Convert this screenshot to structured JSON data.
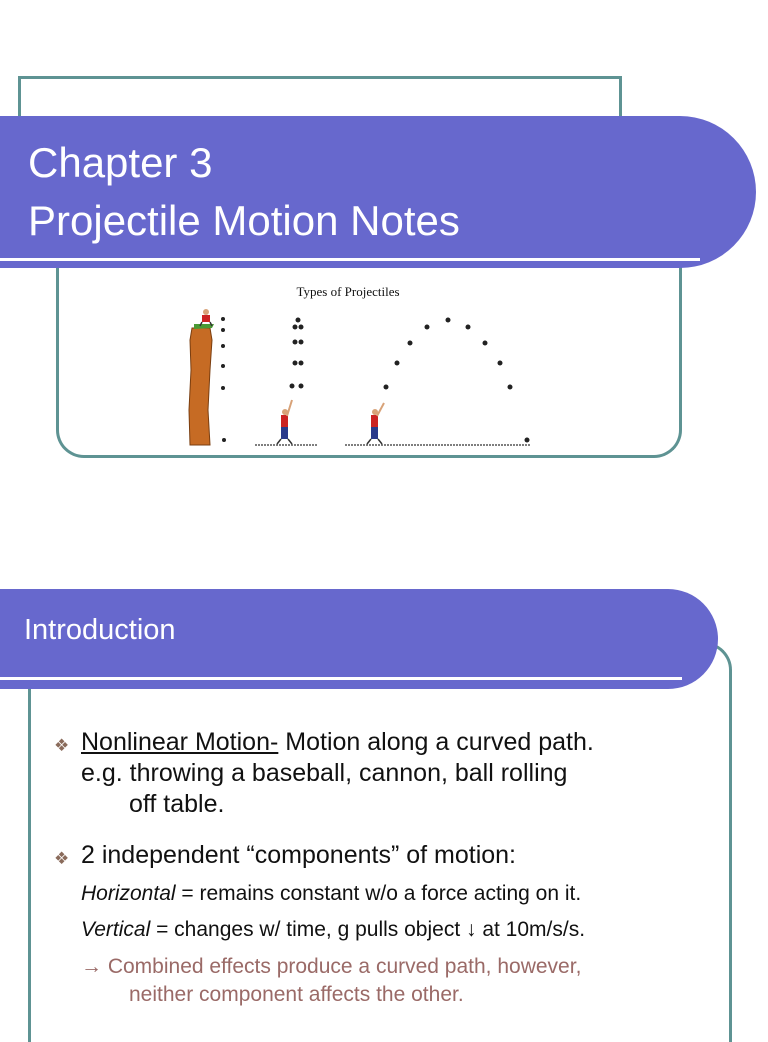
{
  "slide1": {
    "title_line1": "Chapter 3",
    "title_line2": "Projectile Motion Notes",
    "figure_caption": "Types of Projectiles",
    "colors": {
      "band": "#6768cd",
      "frame": "#5e9393"
    }
  },
  "slide2": {
    "heading": "Introduction",
    "bullet1_term": "Nonlinear Motion-",
    "bullet1_text": " Motion along a curved path.",
    "bullet1_line2": "e.g. throwing a baseball, cannon, ball rolling",
    "bullet1_line3": "off table.",
    "bullet2_text": "2 independent “components” of motion:",
    "horizontal_term": "Horizontal",
    "horizontal_text": " = remains constant w/o a force acting on it.",
    "vertical_term": "Vertical",
    "vertical_text": " = changes w/ time, g pulls object ↓ at 10m/s/s.",
    "note_line1": "→ Combined effects produce a curved path, however,",
    "note_line2": "neither component affects the other."
  }
}
